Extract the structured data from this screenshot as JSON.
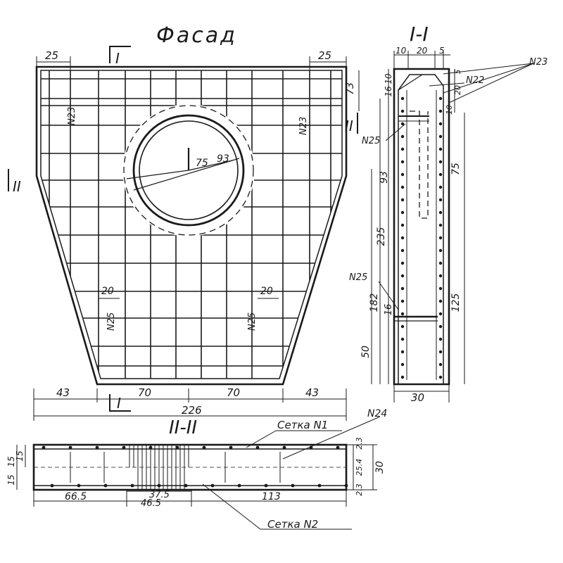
{
  "title": "Фасад",
  "section_i": {
    "title": "I-I",
    "top_dims": [
      "10",
      "20",
      "5"
    ],
    "side_top_dims": [
      "16",
      "10"
    ],
    "right_dims": [
      "5",
      "20",
      "10"
    ],
    "dim_75": "75",
    "dim_125": "125",
    "dim_93": "93",
    "dim_235": "235",
    "dim_16": "16",
    "dim_182": "182",
    "dim_50": "50",
    "bottom_dim": "30",
    "label_n23": "N23",
    "label_n22": "N22",
    "label_n25_top": "N25",
    "label_n25_mid": "N25"
  },
  "facade": {
    "top_left_dim": "25",
    "top_right_dim": "25",
    "right_top_dim": "73",
    "radius_inner": "75",
    "radius_outer": "93",
    "label_n23_left": "N23",
    "label_n23_right": "N23",
    "label_n25_left": "N25",
    "label_n25_right": "N25",
    "dim_20_left": "20",
    "dim_20_right": "20",
    "bottom_dims": [
      "43",
      "70",
      "70",
      "43"
    ],
    "total_width": "226",
    "cut_I": "I",
    "cut_II": "II"
  },
  "section_ii": {
    "title": "II-II",
    "label_mesh1": "Сетка N1",
    "label_mesh2": "Сетка N2",
    "label_n24": "N24",
    "left_dims": [
      "15",
      "15"
    ],
    "left_dim_bottom": "15",
    "right_dims": [
      "2.3",
      "25.4",
      "2.3"
    ],
    "right_total": "30",
    "bottom_dims": [
      "66.5",
      "37.5",
      "46.5",
      "113"
    ]
  }
}
